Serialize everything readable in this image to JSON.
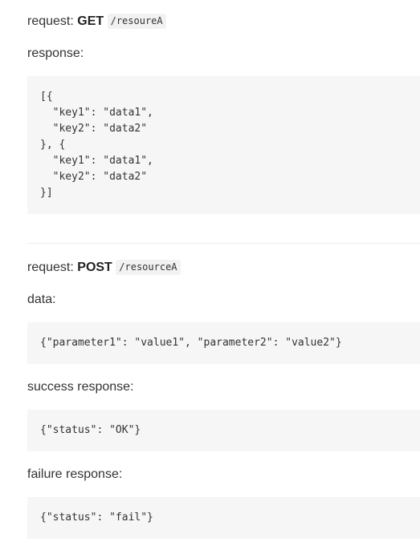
{
  "sections": [
    {
      "request_label": "request:",
      "method": "GET",
      "path": "/resoureA",
      "blocks": [
        {
          "label": "response:",
          "code": "[{\n  \"key1\": \"data1\",\n  \"key2\": \"data2\"\n}, {\n  \"key1\": \"data1\",\n  \"key2\": \"data2\"\n}]"
        }
      ]
    },
    {
      "request_label": "request:",
      "method": "POST",
      "path": "/resourceA",
      "blocks": [
        {
          "label": "data:",
          "code": "{\"parameter1\": \"value1\", \"parameter2\": \"value2\"}"
        },
        {
          "label": "success response:",
          "code": "{\"status\": \"OK\"}"
        },
        {
          "label": "failure response:",
          "code": "{\"status\": \"fail\"}"
        }
      ]
    }
  ]
}
